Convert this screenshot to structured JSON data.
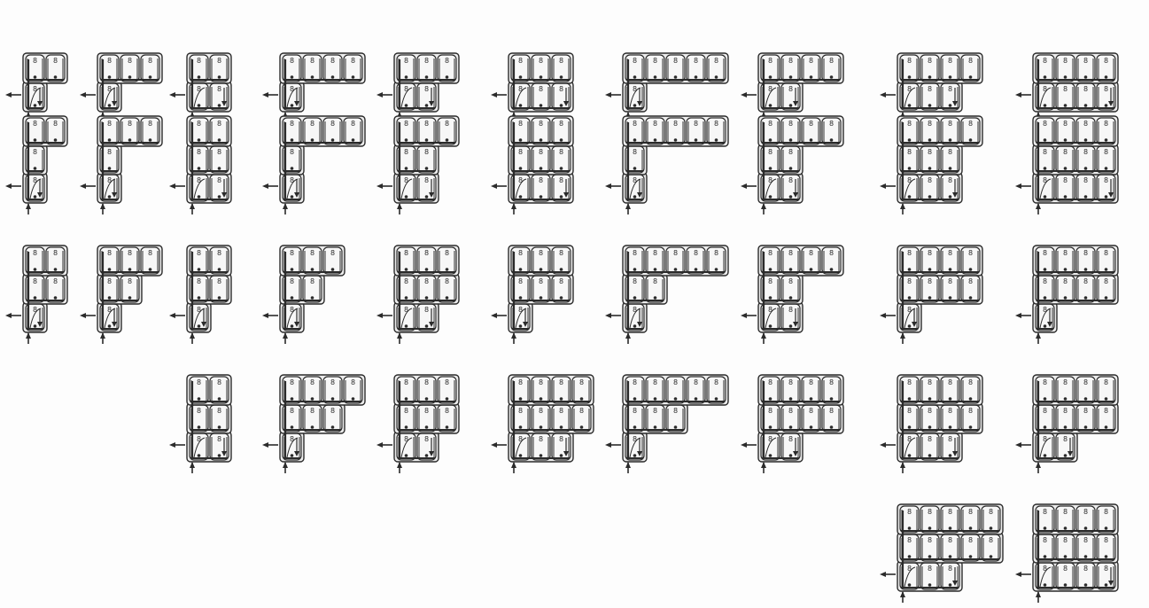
{
  "figure": {
    "description_free": true,
    "column_count": 10,
    "cell_glyph": "8",
    "colors": {
      "line": "#2b2b2b",
      "fill": "#f7f7f7",
      "panel": "#ececec",
      "background": "#fdfdfd"
    },
    "layouts": [
      [
        [
          1,
          2
        ],
        [
          1,
          3
        ],
        [
          2,
          2
        ],
        [
          1,
          4
        ],
        [
          2,
          3
        ],
        [
          3,
          3
        ],
        [
          1,
          5
        ],
        [
          2,
          4
        ],
        [
          3,
          4
        ],
        [
          4,
          4
        ]
      ],
      [
        [
          1,
          1,
          2
        ],
        [
          1,
          1,
          3
        ],
        [
          2,
          2,
          2
        ],
        [
          1,
          1,
          4
        ],
        [
          2,
          2,
          3
        ],
        [
          3,
          3,
          3
        ],
        [
          1,
          1,
          5
        ],
        [
          2,
          2,
          4
        ],
        [
          3,
          3,
          4
        ],
        [
          4,
          4,
          4
        ]
      ],
      [
        [
          1,
          2,
          2
        ],
        [
          1,
          2,
          3
        ],
        [
          1,
          2,
          2
        ],
        [
          1,
          2,
          3
        ],
        [
          2,
          3,
          3
        ],
        [
          1,
          3,
          3
        ],
        [
          1,
          2,
          5
        ],
        [
          2,
          2,
          4
        ],
        [
          1,
          4,
          4
        ],
        [
          1,
          4,
          4
        ]
      ],
      [
        null,
        null,
        [
          2,
          2,
          2
        ],
        [
          1,
          3,
          4
        ],
        [
          2,
          3,
          3
        ],
        [
          3,
          4,
          4
        ],
        [
          1,
          3,
          5
        ],
        [
          2,
          4,
          4
        ],
        [
          3,
          4,
          4
        ],
        [
          2,
          4,
          4
        ]
      ],
      [
        null,
        null,
        null,
        null,
        null,
        null,
        null,
        null,
        [
          3,
          5,
          5
        ],
        [
          4,
          4,
          4
        ]
      ]
    ]
  }
}
